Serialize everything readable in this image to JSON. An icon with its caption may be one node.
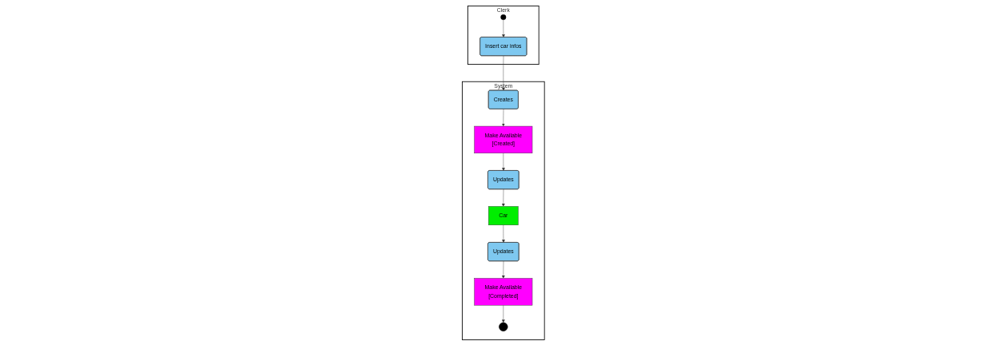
{
  "diagram": {
    "nodes": [
      {
        "text": [
          "Clerk"
        ]
      },
      {
        "text": [],
        "shape": "circle",
        "in": 0
      },
      {
        "text": [
          "Insert car infos"
        ],
        "in": 0
      },
      {
        "text": [
          "System"
        ]
      },
      {
        "text": [
          "Creates"
        ],
        "in": 3
      },
      {
        "text": [
          "Make Available",
          "[Created]"
        ],
        "in": 3
      },
      {
        "text": [
          "Updates"
        ],
        "in": 3
      },
      {
        "text": [
          "Car"
        ],
        "in": 3
      },
      {
        "text": [
          "Updates"
        ],
        "in": 3
      },
      {
        "text": [
          "Make Available",
          "[Completed]"
        ],
        "in": 3
      },
      {
        "text": [],
        "shape": "circle",
        "in": 3
      }
    ],
    "edges": [
      {
        "from": 1,
        "to": 2,
        "arrow": "to"
      },
      {
        "from": 2,
        "to": 4,
        "arrow": "to"
      },
      {
        "from": 4,
        "to": 5,
        "arrow": "to"
      },
      {
        "from": 5,
        "to": 6,
        "arrow": "to"
      },
      {
        "from": 6,
        "to": 7,
        "arrow": "to"
      },
      {
        "from": 7,
        "to": 8,
        "arrow": "to"
      },
      {
        "from": 8,
        "to": 9,
        "arrow": "to"
      },
      {
        "from": 9,
        "to": 10,
        "arrow": "to"
      }
    ]
  }
}
